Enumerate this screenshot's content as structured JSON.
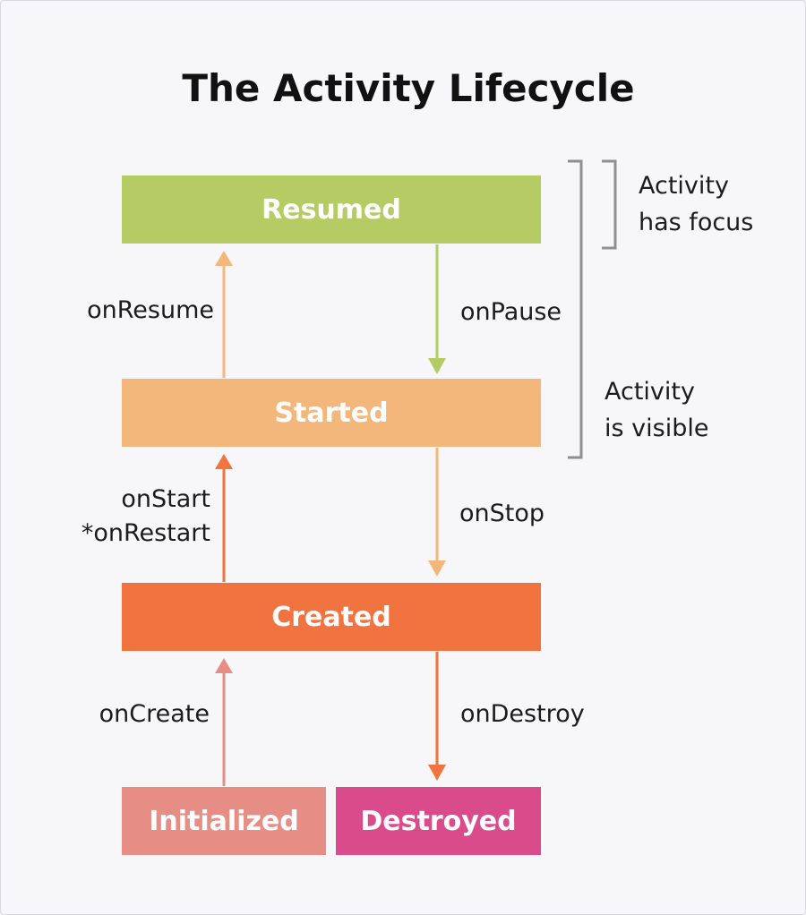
{
  "title": "The Activity Lifecycle",
  "states": {
    "resumed": "Resumed",
    "started": "Started",
    "created": "Created",
    "initialized": "Initialized",
    "destroyed": "Destroyed"
  },
  "callbacks": {
    "on_resume": "onResume",
    "on_pause": "onPause",
    "on_start": "onStart",
    "on_restart": "*onRestart",
    "on_stop": "onStop",
    "on_create": "onCreate",
    "on_destroy": "onDestroy"
  },
  "annotations": {
    "focus_line1": "Activity",
    "focus_line2": "has focus",
    "visible_line1": "Activity",
    "visible_line2": "is visible"
  },
  "colors": {
    "resumed": "#b5cc65",
    "started": "#f3b67b",
    "created": "#f07340",
    "initialized": "#e68e86",
    "destroyed": "#d94b8a",
    "bracket": "#8f8f8f"
  }
}
